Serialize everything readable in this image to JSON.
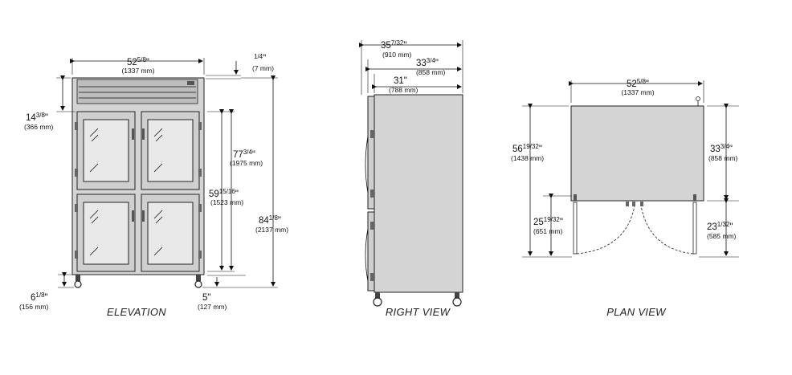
{
  "views": {
    "elevation": "ELEVATION",
    "right": "RIGHT VIEW",
    "plan": "PLAN VIEW"
  },
  "dims": {
    "elev_width": {
      "whole": "52",
      "frac": "5/8",
      "mm": "(1337 mm)"
    },
    "elev_top_gap": {
      "whole": "",
      "frac": "1/4",
      "mm": "(7 mm)"
    },
    "elev_top_section": {
      "whole": "14",
      "frac": "3/8",
      "mm": "(366 mm)"
    },
    "elev_door_height": {
      "whole": "77",
      "frac": "3/4",
      "mm": "(1975 mm)"
    },
    "elev_clear_height": {
      "whole": "59",
      "frac": "15/16",
      "mm": "(1523 mm)"
    },
    "elev_overall_height": {
      "whole": "84",
      "frac": "1/8",
      "mm": "(2137 mm)"
    },
    "elev_caster": {
      "whole": "6",
      "frac": "1/8",
      "mm": "(156 mm)"
    },
    "elev_leg": {
      "whole": "5",
      "frac": "",
      "mm": "(127 mm)"
    },
    "right_depth_total": {
      "whole": "35",
      "frac": "7/32",
      "mm": "(910 mm)"
    },
    "right_depth_body": {
      "whole": "33",
      "frac": "3/4",
      "mm": "(858 mm)"
    },
    "right_depth_cabinet": {
      "whole": "31",
      "frac": "",
      "mm": "(788 mm)"
    },
    "plan_width": {
      "whole": "52",
      "frac": "5/8",
      "mm": "(1337 mm)"
    },
    "plan_total_depth": {
      "whole": "56",
      "frac": "19/32",
      "mm": "(1438 mm)"
    },
    "plan_door_swing": {
      "whole": "25",
      "frac": "19/32",
      "mm": "(651 mm)"
    },
    "plan_depth": {
      "whole": "33",
      "frac": "3/4",
      "mm": "(858 mm)"
    },
    "plan_door_swing_right": {
      "whole": "23",
      "frac": "1/32",
      "mm": "(585 mm)"
    }
  }
}
